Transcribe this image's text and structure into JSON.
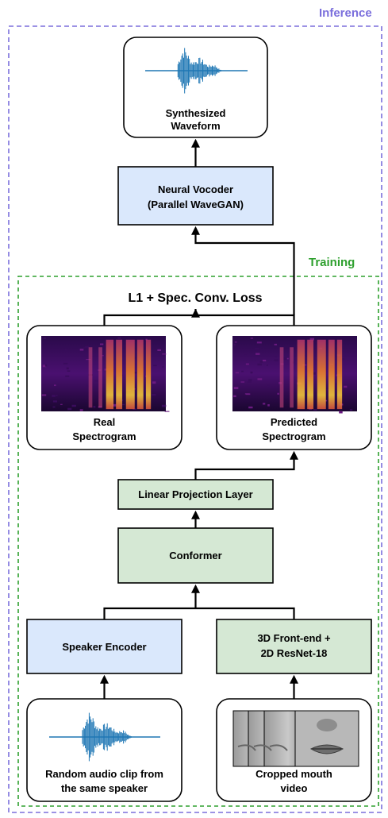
{
  "regions": {
    "inference_label": "Inference",
    "training_label": "Training",
    "inference_color": "#7b6fdc",
    "training_color": "#2ea02e"
  },
  "nodes": {
    "synthesized_line1": "Synthesized",
    "synthesized_line2": "Waveform",
    "vocoder_line1": "Neural Vocoder",
    "vocoder_line2": "(Parallel WaveGAN)",
    "loss_label": "L1 +  Spec. Conv. Loss",
    "real_line1": "Real",
    "real_line2": "Spectrogram",
    "predicted_line1": "Predicted",
    "predicted_line2": "Spectrogram",
    "projection": "Linear Projection Layer",
    "conformer": "Conformer",
    "speaker_encoder": "Speaker Encoder",
    "frontend_line1": "3D Front-end +",
    "frontend_line2": "2D ResNet-18",
    "audio_line1": "Random audio clip from",
    "audio_line2": "the same speaker",
    "mouth_line1": "Cropped mouth",
    "mouth_line2": "video"
  },
  "colors": {
    "blue_box": "#dae8fc",
    "green_box": "#d5e8d4",
    "waveform": "#1f77b4"
  }
}
